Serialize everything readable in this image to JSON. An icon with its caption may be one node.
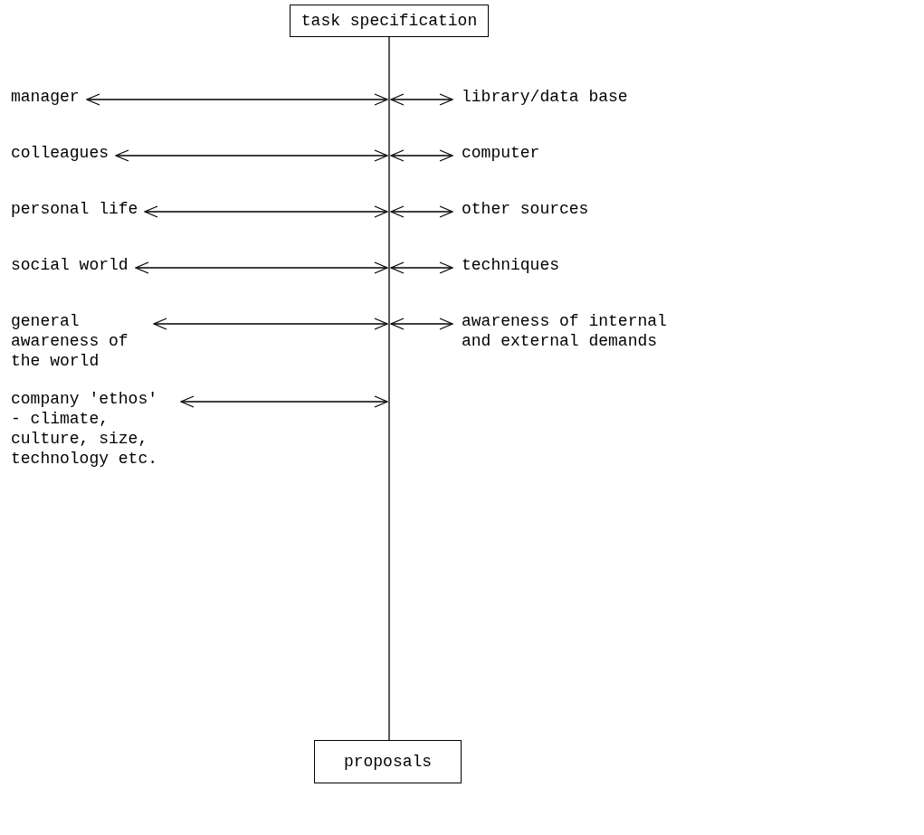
{
  "diagram": {
    "nodes": [
      {
        "text": [
          "task specification"
        ]
      },
      {
        "text": [
          "manager"
        ]
      },
      {
        "text": [
          "library/data base"
        ]
      },
      {
        "text": [
          "colleagues"
        ]
      },
      {
        "text": [
          "computer"
        ]
      },
      {
        "text": [
          "personal life"
        ]
      },
      {
        "text": [
          "other sources"
        ]
      },
      {
        "text": [
          "social world"
        ]
      },
      {
        "text": [
          "techniques"
        ]
      },
      {
        "text": [
          "general awareness of the world"
        ]
      },
      {
        "text": [
          "awareness of internal and external demands"
        ]
      },
      {
        "text": [
          "company 'ethos' - climate, culture, size, technology etc."
        ]
      },
      {
        "text": [
          "proposals"
        ]
      }
    ],
    "edges": [
      {
        "from": 0,
        "to": 12,
        "arrow": "none"
      },
      {
        "from": 1,
        "to": null,
        "arrow": "both"
      },
      {
        "from": 2,
        "to": null,
        "arrow": "both"
      },
      {
        "from": 3,
        "to": null,
        "arrow": "both"
      },
      {
        "from": 4,
        "to": null,
        "arrow": "both"
      },
      {
        "from": 5,
        "to": null,
        "arrow": "both"
      },
      {
        "from": 6,
        "to": null,
        "arrow": "both"
      },
      {
        "from": 7,
        "to": null,
        "arrow": "both"
      },
      {
        "from": 8,
        "to": null,
        "arrow": "both"
      },
      {
        "from": 9,
        "to": null,
        "arrow": "both"
      },
      {
        "from": 10,
        "to": null,
        "arrow": "both"
      },
      {
        "from": 11,
        "to": null,
        "arrow": "both"
      }
    ]
  }
}
